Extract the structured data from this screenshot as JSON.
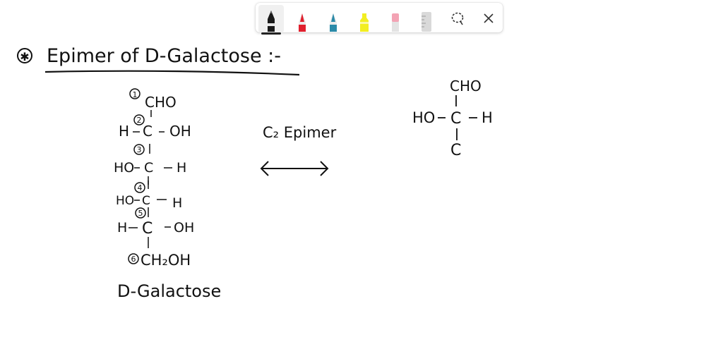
{
  "toolbar": {
    "tools": [
      {
        "name": "pen-black",
        "color": "#1a1a1a",
        "selected": true
      },
      {
        "name": "pen-red",
        "color": "#e0202e",
        "selected": false
      },
      {
        "name": "pen-teal",
        "color": "#2b8aa8",
        "selected": false
      },
      {
        "name": "highlighter-yellow",
        "color": "#f2ee22",
        "selected": false
      },
      {
        "name": "eraser",
        "color": "#f3a3b4",
        "selected": false
      },
      {
        "name": "ruler",
        "color": "#d9d9d9",
        "selected": false
      }
    ],
    "lasso_icon": "lasso-select-icon",
    "close_icon": "close-icon"
  },
  "note": {
    "title": "Epimer of D-Galactose :-",
    "bullet": "✱",
    "structure": {
      "n1": "1",
      "cho": "CHO",
      "n2": "2",
      "h_left": "H",
      "c_center": "C",
      "oh_right": "OH",
      "n3": "3",
      "ho_left3": "HO",
      "c3": "C",
      "h_right3": "H",
      "n4": "4",
      "ho_left4": "HO",
      "c4": "C",
      "h_right4": "H",
      "n5": "5",
      "h_left5": "H",
      "c5": "C",
      "oh_right5": "OH",
      "n6": "6",
      "ch2oh": "CH₂OH"
    },
    "label_galactose": "D-Galactose",
    "arrow_label": "C₂ Epimer",
    "right_structure": {
      "cho": "CHO",
      "ho": "HO",
      "c": "C",
      "h": "H",
      "c_bottom": "C"
    }
  }
}
